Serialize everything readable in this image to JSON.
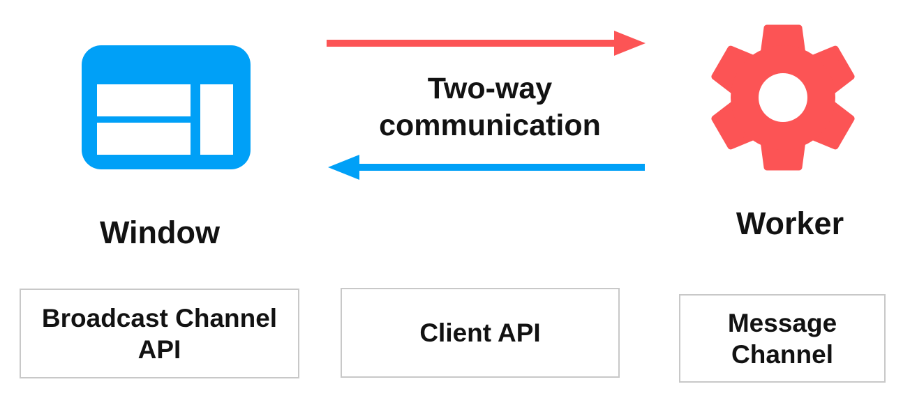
{
  "diagram": {
    "colors": {
      "blue": "#00A0F7",
      "red": "#FC5455",
      "box_border": "#C8C8C8",
      "text": "#121212",
      "background": "#FFFFFF"
    },
    "window": {
      "label": "Window"
    },
    "worker": {
      "label": "Worker"
    },
    "communication": {
      "line1": "Two-way",
      "line2": "communication"
    },
    "api_boxes": [
      {
        "label": "Broadcast Channel API"
      },
      {
        "label": "Client API"
      },
      {
        "label": "Message Channel"
      }
    ]
  }
}
